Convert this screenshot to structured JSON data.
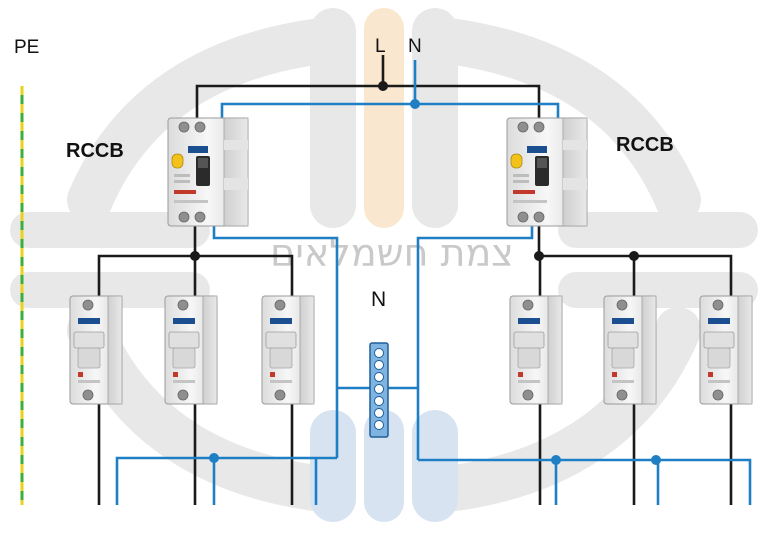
{
  "labels": {
    "pe": "PE",
    "l": "L",
    "n_top": "N",
    "rccb_left": "RCCB",
    "rccb_right": "RCCB",
    "n_bar": "N"
  },
  "watermark": {
    "text": "צמת חשמלאים"
  },
  "icons": {
    "rccb": "rcd-breaker-icon",
    "mcb": "miniature-circuit-breaker-icon",
    "neutral_bar": "neutral-terminal-bar-icon"
  },
  "colors": {
    "live": "#1a1a1a",
    "neutral": "#1f7fc4",
    "pe_green": "#3cae3c",
    "pe_yellow": "#e8d21c",
    "watermark_gray": "#cfcfcf",
    "watermark_orange": "#f5d6a8",
    "watermark_blue": "#b9cde6",
    "brand_blue": "#1c4f8f",
    "test_button": "#f2c21b"
  }
}
